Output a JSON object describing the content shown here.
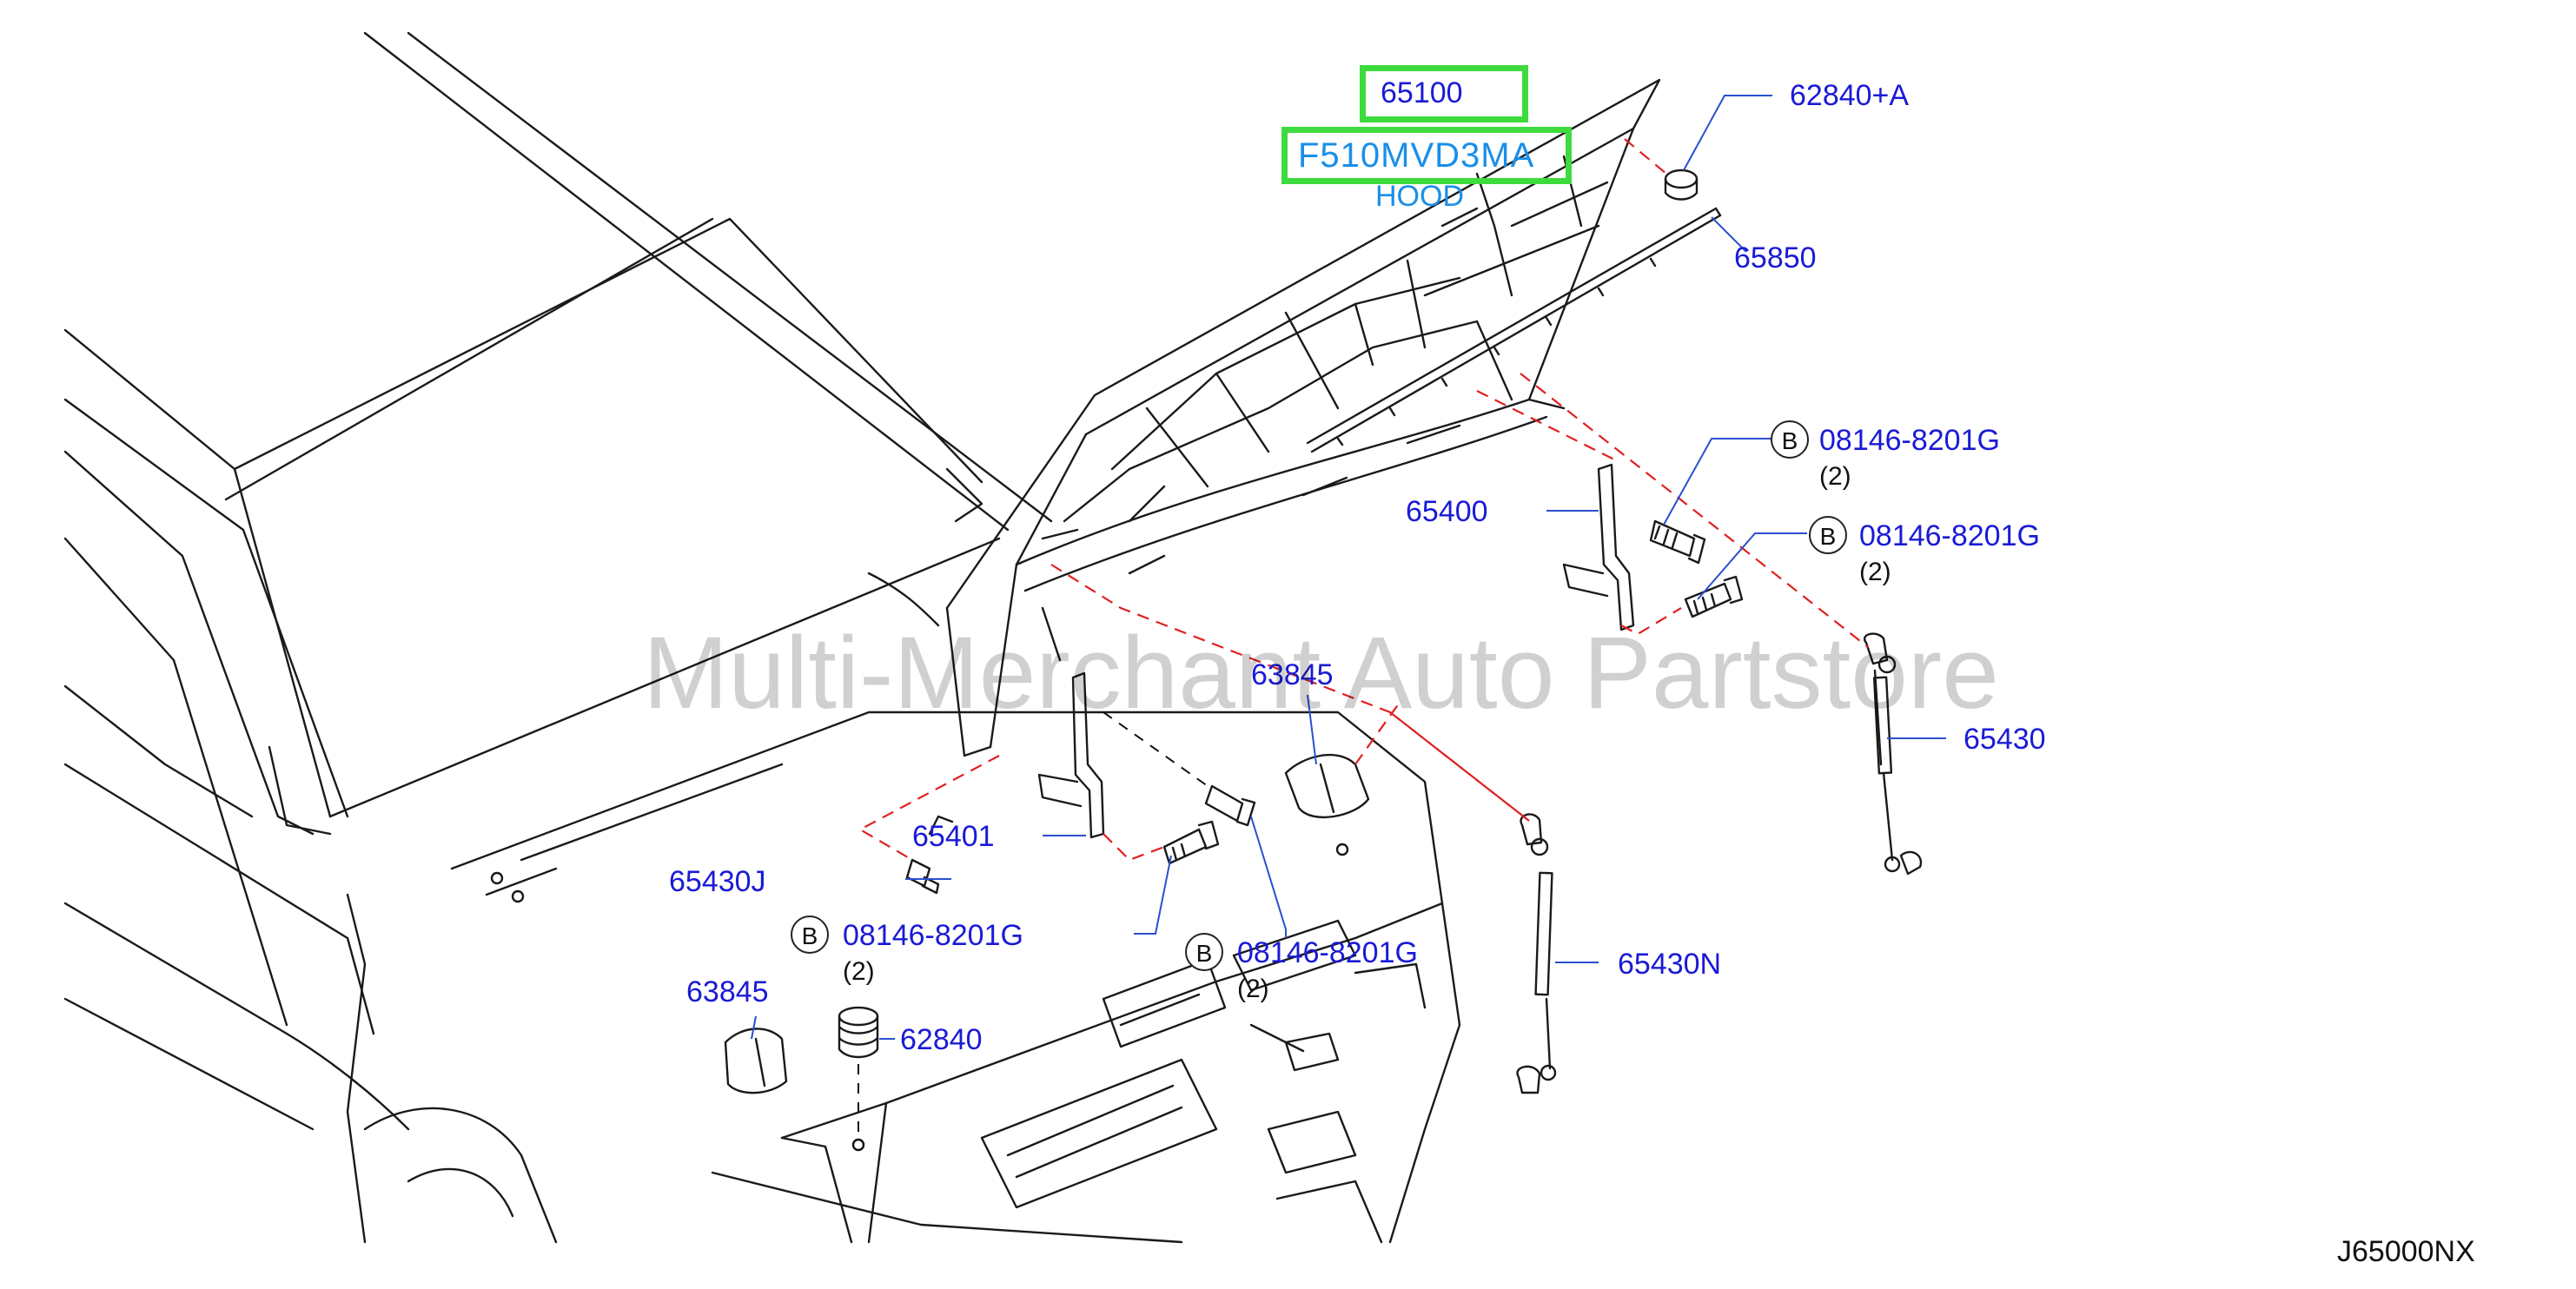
{
  "hood": {
    "part_number": "65100",
    "model_code": "F510MVD3MA",
    "name": "HOOD"
  },
  "callouts": [
    {
      "id": "p62840a",
      "label": "62840+A"
    },
    {
      "id": "p65850",
      "label": "65850"
    },
    {
      "id": "p08146_1",
      "label": "08146-8201G",
      "badge": "B",
      "qty": "(2)"
    },
    {
      "id": "p08146_2",
      "label": "08146-8201G",
      "badge": "B",
      "qty": "(2)"
    },
    {
      "id": "p65400",
      "label": "65400"
    },
    {
      "id": "p63845_top",
      "label": "63845"
    },
    {
      "id": "p65430",
      "label": "65430"
    },
    {
      "id": "p65401",
      "label": "65401"
    },
    {
      "id": "p65430j",
      "label": "65430J"
    },
    {
      "id": "p08146_3",
      "label": "08146-8201G",
      "badge": "B",
      "qty": "(2)"
    },
    {
      "id": "p08146_4",
      "label": "08146-8201G",
      "badge": "B",
      "qty": "(2)"
    },
    {
      "id": "p65430n",
      "label": "65430N"
    },
    {
      "id": "p63845_bottom",
      "label": "63845"
    },
    {
      "id": "p62840",
      "label": "62840"
    }
  ],
  "watermark": "Multi-Merchant Auto Partstore",
  "diagram_code": "J65000NX",
  "colors": {
    "label_blue": "#1a1ad6",
    "highlight_green": "#3ddb3d",
    "hood_code_blue": "#1a8fe8",
    "guide_red": "#e02020",
    "leader_blue": "#2a4fd0",
    "line_art": "#1a1a1a"
  }
}
